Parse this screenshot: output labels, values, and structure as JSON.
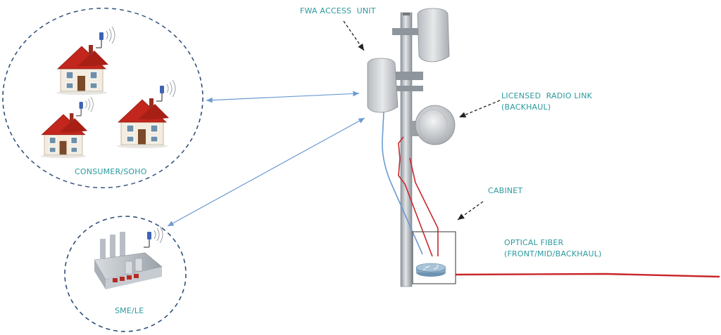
{
  "labels": {
    "fwa_access_unit": "FWA ACCESS  UNIT",
    "licensed_radio_link_1": "LICENSED  RADIO LINK",
    "licensed_radio_link_2": "(BACKHAUL)",
    "cabinet": "CABINET",
    "optical_fiber_1": "OPTICAL FIBER",
    "optical_fiber_2": "(FRONT/MID/BACKHAUL)",
    "consumer_soho": "CONSUMER/SOHO",
    "sme_le": "SME/LE"
  },
  "colors": {
    "label_text": "#2a9a9e",
    "circle_border": "#2f4f7a",
    "link_arrow": "#6b9bd1",
    "fiber": "#c8262b",
    "pole": "#b9bfc5",
    "roof": "#c2261c",
    "wall": "#f3ecdf"
  }
}
